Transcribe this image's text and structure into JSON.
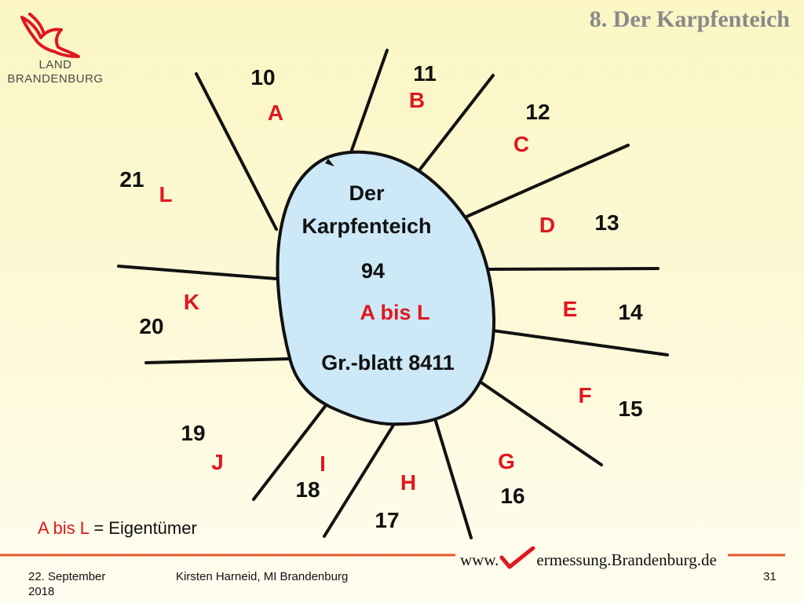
{
  "slide": {
    "title": "8. Der Karpfenteich",
    "logo_line1": "LAND",
    "logo_line2": "BRANDENBURG"
  },
  "pond": {
    "name_line1": "Der",
    "name_line2": "Karpfenteich",
    "number": "94",
    "owners": "A bis L",
    "sheet": "Gr.-blatt 8411",
    "fill_color": "#cde8f7"
  },
  "parcels": [
    {
      "number": "10",
      "letter": "A"
    },
    {
      "number": "11",
      "letter": "B"
    },
    {
      "number": "12",
      "letter": "C"
    },
    {
      "number": "13",
      "letter": "D"
    },
    {
      "number": "14",
      "letter": "E"
    },
    {
      "number": "15",
      "letter": "F"
    },
    {
      "number": "16",
      "letter": "G"
    },
    {
      "number": "17",
      "letter": "H"
    },
    {
      "number": "18",
      "letter": "I"
    },
    {
      "number": "19",
      "letter": "J"
    },
    {
      "number": "20",
      "letter": "K"
    },
    {
      "number": "21",
      "letter": "L"
    }
  ],
  "legend": {
    "range": "A bis L",
    "suffix": " = Eigentümer"
  },
  "footer": {
    "date_line1": "22. September",
    "date_line2": "2018",
    "author": "Kirsten Harneid, MI Brandenburg",
    "page": "31",
    "website_prefix": "www.",
    "website_suffix": "ermessung.Brandenburg.de"
  },
  "colors": {
    "letter_red": "#e0171f",
    "accent_orange": "#e8572a",
    "title_gray": "#8a8a8a"
  }
}
